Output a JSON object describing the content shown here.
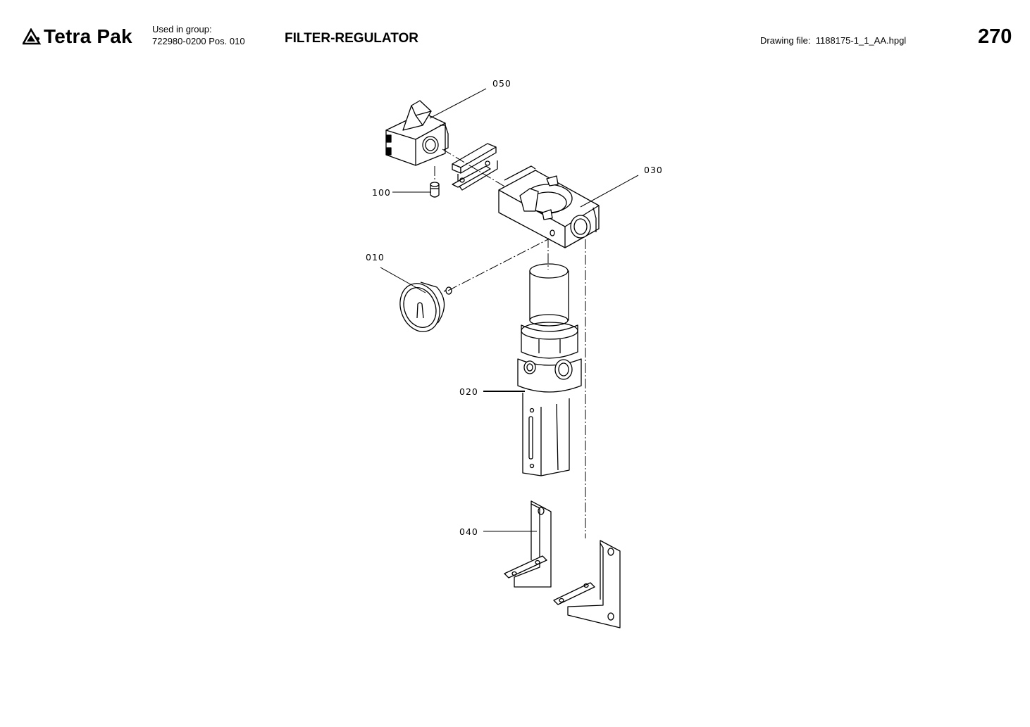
{
  "header": {
    "brand": "Tetra Pak",
    "used_in_label": "Used in group:",
    "used_in_value": "722980-0200 Pos. 010",
    "title": "FILTER-REGULATOR",
    "drawing_file_label": "Drawing file:",
    "drawing_file_value": "1188175-1_1_AA.hpgl",
    "page_number": "270"
  },
  "callouts": {
    "c050": "050",
    "c030": "030",
    "c100": "100",
    "c010": "010",
    "c020": "020",
    "c040": "040"
  }
}
